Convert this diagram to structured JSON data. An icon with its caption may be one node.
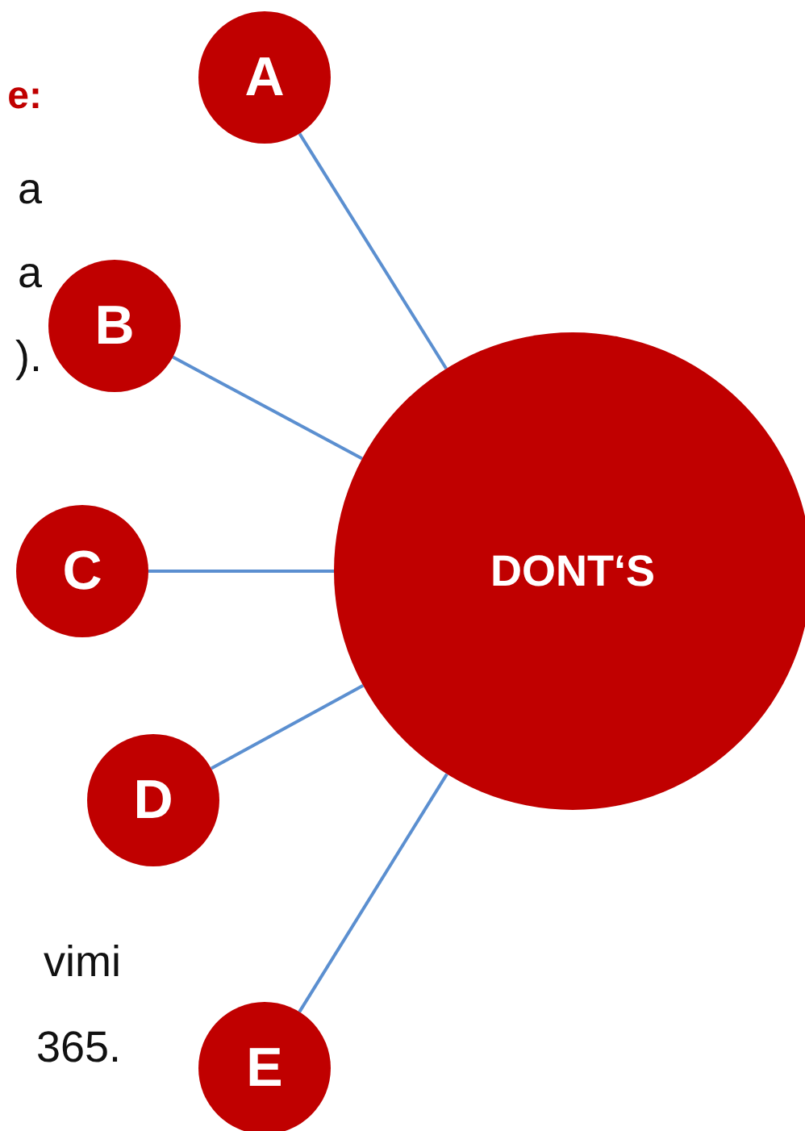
{
  "diagram": {
    "nodes": [
      {
        "text": [
          "A"
        ]
      },
      {
        "text": [
          "B"
        ]
      },
      {
        "text": [
          "C"
        ]
      },
      {
        "text": [
          "D"
        ]
      },
      {
        "text": [
          "E"
        ]
      },
      {
        "text": [
          "DONT‘S"
        ]
      }
    ],
    "edges": [
      {
        "from": 5,
        "to": 0,
        "arrow": "none"
      },
      {
        "from": 5,
        "to": 1,
        "arrow": "none"
      },
      {
        "from": 5,
        "to": 2,
        "arrow": "none"
      },
      {
        "from": 5,
        "to": 3,
        "arrow": "none"
      },
      {
        "from": 5,
        "to": 4,
        "arrow": "none"
      }
    ],
    "labels": [
      "e:",
      "a",
      "a",
      ").",
      "vimi",
      "365."
    ]
  }
}
